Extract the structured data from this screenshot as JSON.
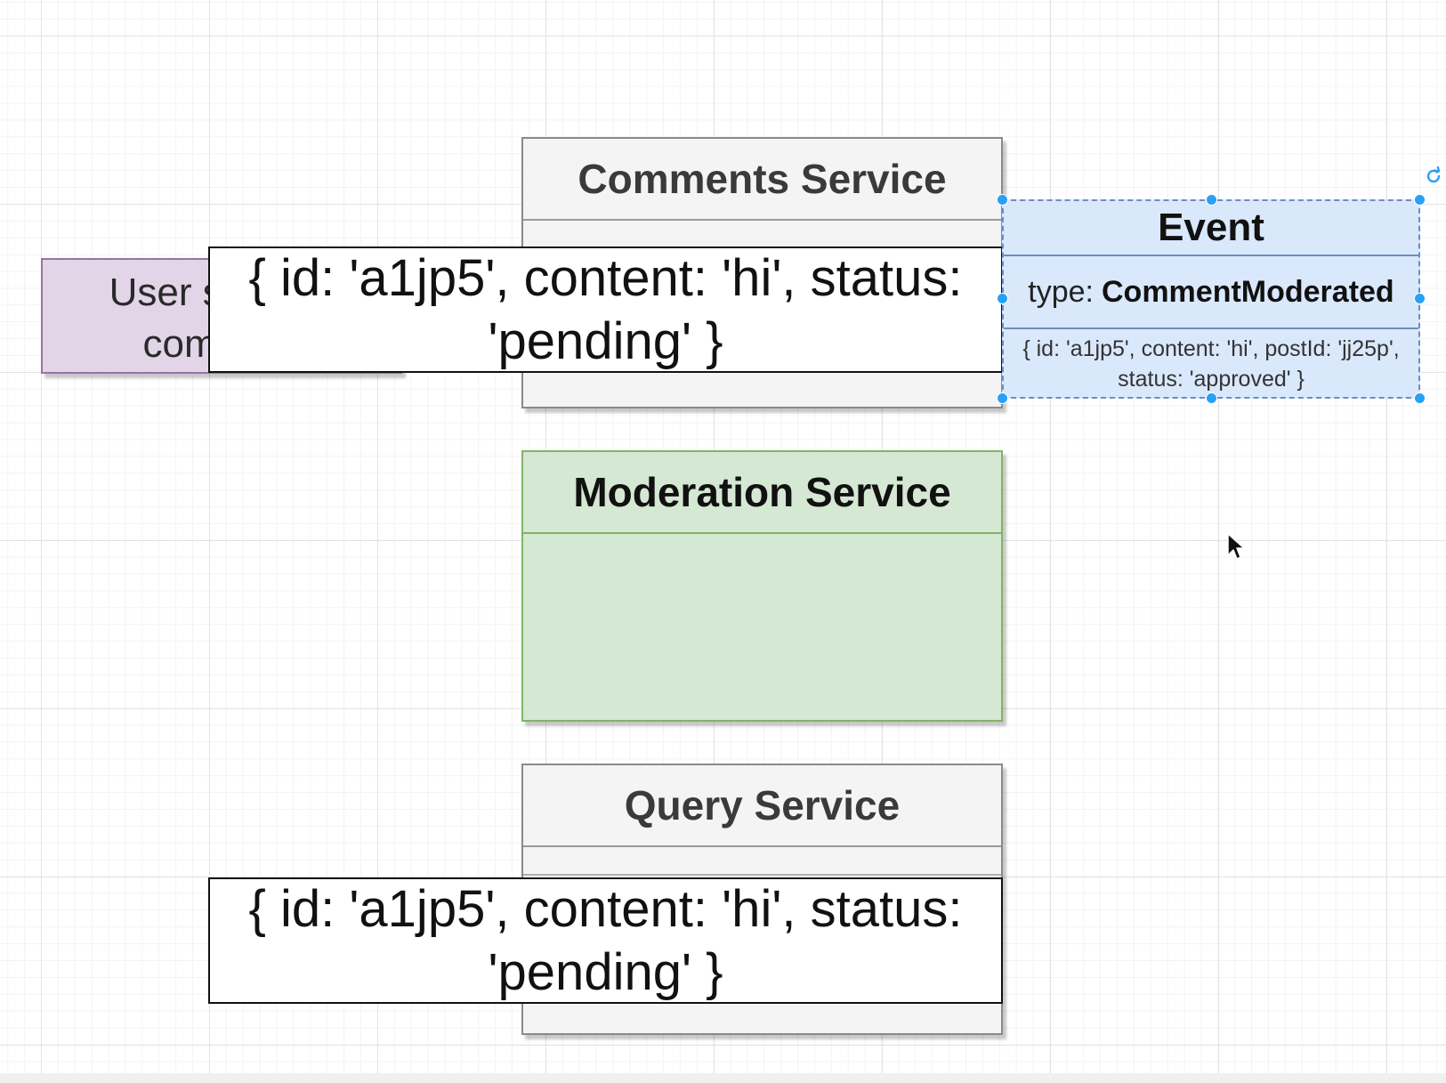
{
  "diagram": {
    "user_box": {
      "text": "User submits comment"
    },
    "comments_service": {
      "title": "Comments Service"
    },
    "moderation_service": {
      "title": "Moderation Service"
    },
    "query_service": {
      "title": "Query Service"
    },
    "payload_top": {
      "text": "{ id: 'a1jp5', content: 'hi', status: 'pending' }"
    },
    "payload_bottom": {
      "text": "{ id: 'a1jp5', content: 'hi', status: 'pending' }"
    },
    "event": {
      "title": "Event",
      "type_label": "type:",
      "type_value": "CommentModerated",
      "body": "{ id: 'a1jp5', content: 'hi', postId: 'jj25p', status: 'approved' }"
    }
  },
  "colors": {
    "user_fill": "#e1d5e7",
    "user_stroke": "#9673a6",
    "moderation_fill": "#d5e8d4",
    "moderation_stroke": "#82b366",
    "event_fill": "#dae8fc",
    "event_stroke": "#6c8ebf",
    "service_fill": "#f4f4f4",
    "selection_handle": "#29a1f2"
  },
  "icons": {
    "rotate": "rotate-handle-icon",
    "cursor": "mouse-pointer-icon"
  }
}
